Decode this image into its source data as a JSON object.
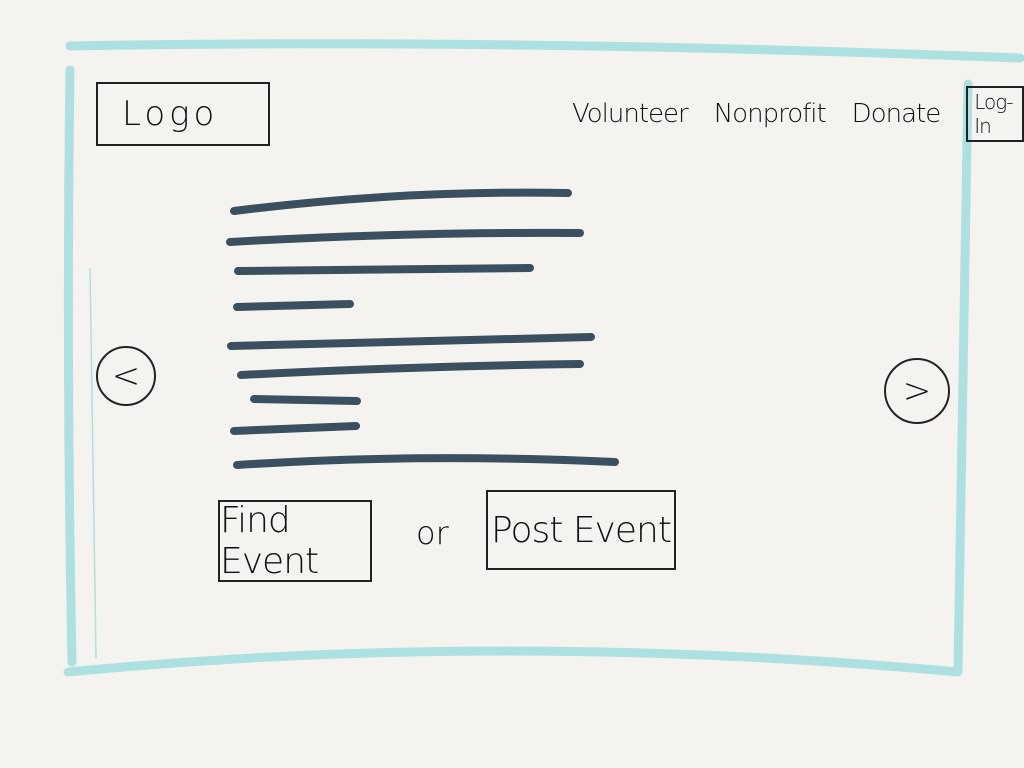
{
  "header": {
    "logo": "Logo",
    "nav": [
      "Volunteer",
      "Nonprofit",
      "Donate"
    ],
    "login_label": "Log-In"
  },
  "carousel": {
    "prev_label": "<",
    "next_label": ">"
  },
  "actions": {
    "find_event": "Find Event",
    "separator": "or",
    "post_event": "Post Event"
  },
  "colors": {
    "frame": "#a8e0e0",
    "text_placeholder": "#3a5060"
  }
}
